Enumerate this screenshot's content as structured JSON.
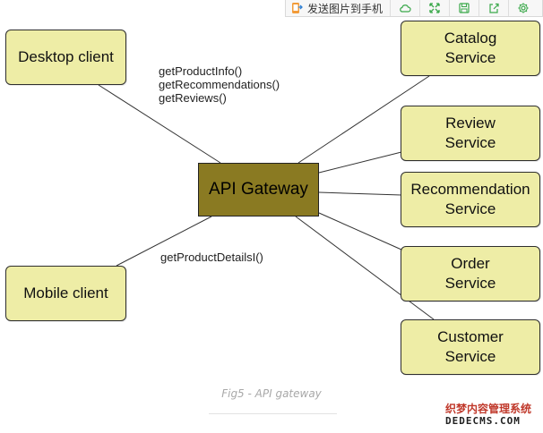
{
  "toolbar": {
    "send_label": "发送图片到手机",
    "buttons": [
      "cloud-icon",
      "expand-icon",
      "save-icon",
      "share-icon",
      "settings-icon"
    ],
    "icon_color": "#3aa84a"
  },
  "diagram": {
    "clients": {
      "desktop": "Desktop client",
      "mobile": "Mobile client"
    },
    "gateway": "API Gateway",
    "desktop_calls": [
      "getProductInfo()",
      "getRecommendations()",
      "getReviews()"
    ],
    "mobile_call": "getProductDetailsI()",
    "services": {
      "catalog": [
        "Catalog",
        "Service"
      ],
      "review": [
        "Review",
        "Service"
      ],
      "recommendation": [
        "Recommendation",
        "Service"
      ],
      "order": [
        "Order",
        "Service"
      ],
      "customer": [
        "Customer",
        "Service"
      ]
    },
    "colors": {
      "box_fill": "#eeeda6",
      "gateway_fill": "#8a7a22",
      "line": "#333333"
    }
  },
  "caption": "Fig5 - API gateway",
  "watermark": {
    "line1": "织梦内容管理系统",
    "line2": "DEDECMS.COM"
  }
}
